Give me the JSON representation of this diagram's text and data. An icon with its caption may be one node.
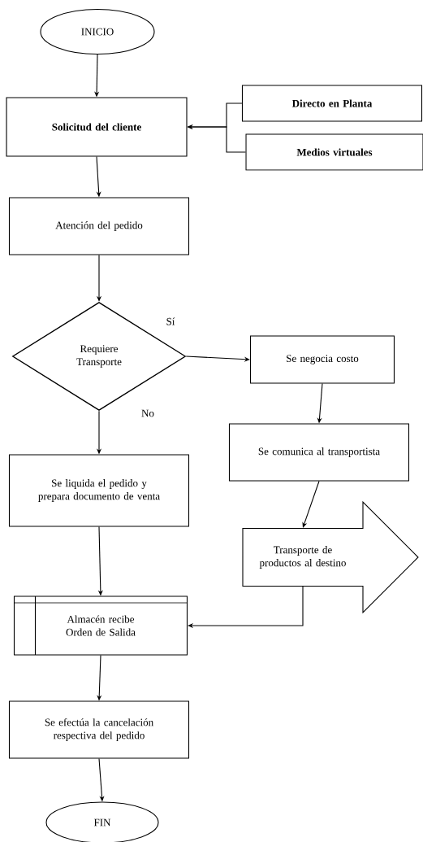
{
  "diagram": {
    "nodes": [
      {
        "text": [
          "INICIO"
        ]
      },
      {
        "text": [
          "Solicitud del cliente"
        ]
      },
      {
        "text": [
          "Directo en Planta"
        ]
      },
      {
        "text": [
          "Medios virtuales"
        ]
      },
      {
        "text": [
          "Atención del pedido"
        ]
      },
      {
        "text": [
          "Requiere Transporte"
        ]
      },
      {
        "text": [
          "Se negocia costo"
        ]
      },
      {
        "text": [
          "Se liquida el pedido y prepara documento de venta"
        ]
      },
      {
        "text": [
          "Se comunica al transportista"
        ]
      },
      {
        "text": [
          "Transporte de productos al destino"
        ]
      },
      {
        "text": [
          "Almacén recibe Orden de Salida"
        ]
      },
      {
        "text": [
          "Se efectúa la cancelación respectiva del pedido"
        ]
      },
      {
        "text": [
          "FIN"
        ]
      }
    ],
    "edges": [
      {
        "from": 0,
        "to": 1,
        "arrow": "to"
      },
      {
        "from": 2,
        "to": 1,
        "arrow": "to"
      },
      {
        "from": 3,
        "to": 1,
        "arrow": "to"
      },
      {
        "from": 1,
        "to": 4,
        "arrow": "to"
      },
      {
        "from": 4,
        "to": 5,
        "arrow": "to"
      },
      {
        "from": 5,
        "to": 6,
        "arrow": "to",
        "label": "Sí"
      },
      {
        "from": 5,
        "to": 7,
        "arrow": "to",
        "label": "No"
      },
      {
        "from": 6,
        "to": 8,
        "arrow": "to"
      },
      {
        "from": 8,
        "to": 9,
        "arrow": "to"
      },
      {
        "from": 7,
        "to": 10,
        "arrow": "to"
      },
      {
        "from": 9,
        "to": 10,
        "arrow": "to"
      },
      {
        "from": 10,
        "to": 11,
        "arrow": "to"
      },
      {
        "from": 11,
        "to": 12,
        "arrow": "to"
      }
    ]
  }
}
